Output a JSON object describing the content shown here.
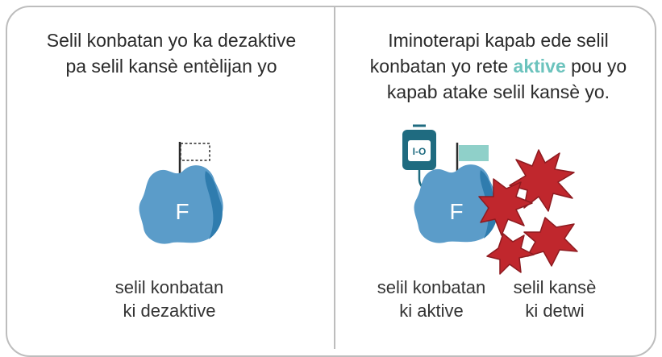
{
  "left_panel": {
    "title_line1": "Selil konbatan yo ka dezaktive",
    "title_line2": "pa selil kansè entèlijan yo",
    "cell_letter": "F",
    "caption_line1": "selil konbatan",
    "caption_line2": "ki dezaktive"
  },
  "right_panel": {
    "title_line1": "Iminoterapi kapab ede selil",
    "title_line2_before": "konbatan yo rete ",
    "title_line2_highlight": "aktive",
    "title_line2_after": " pou yo",
    "title_line3": "kapab atake selil kansè yo.",
    "iv_bag_label": "I-O",
    "cell_letter": "F",
    "caption_a_line1": "selil konbatan",
    "caption_a_line2": "ki aktive",
    "caption_b_line1": "selil kansè",
    "caption_b_line2": "ki detwi"
  },
  "colors": {
    "cell_blue": "#5b9cc9",
    "cell_dark": "#2f7cae",
    "iv_teal": "#1f6b80",
    "flag_teal": "#8fd0c9",
    "cancer_red": "#c0272d",
    "highlight": "#6cc3bd",
    "border": "#bdbdbd"
  },
  "icons": [
    "flag-outline-icon",
    "flag-filled-icon",
    "iv-bag-icon",
    "immune-cell-icon",
    "cancer-cell-icon"
  ]
}
